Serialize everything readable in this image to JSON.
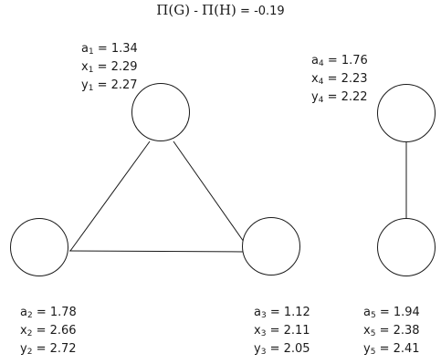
{
  "title": {
    "left_term": "Π(G)",
    "minus": " - ",
    "right_term": "Π(H)",
    "equals_value": " = -0.19"
  },
  "nodes": [
    {
      "id": "1",
      "a": "1.34",
      "x": "2.29",
      "y": "2.27"
    },
    {
      "id": "2",
      "a": "1.78",
      "x": "2.66",
      "y": "2.72"
    },
    {
      "id": "3",
      "a": "1.12",
      "x": "2.11",
      "y": "2.05"
    },
    {
      "id": "4",
      "a": "1.76",
      "x": "2.23",
      "y": "2.22"
    },
    {
      "id": "5",
      "a": "1.94",
      "x": "2.38",
      "y": "2.41"
    }
  ],
  "edges": [
    [
      "1",
      "2"
    ],
    [
      "1",
      "3"
    ],
    [
      "2",
      "3"
    ],
    [
      "4",
      "5"
    ]
  ],
  "colors": {
    "stroke": "#1a1a1a",
    "background": "#ffffff"
  }
}
